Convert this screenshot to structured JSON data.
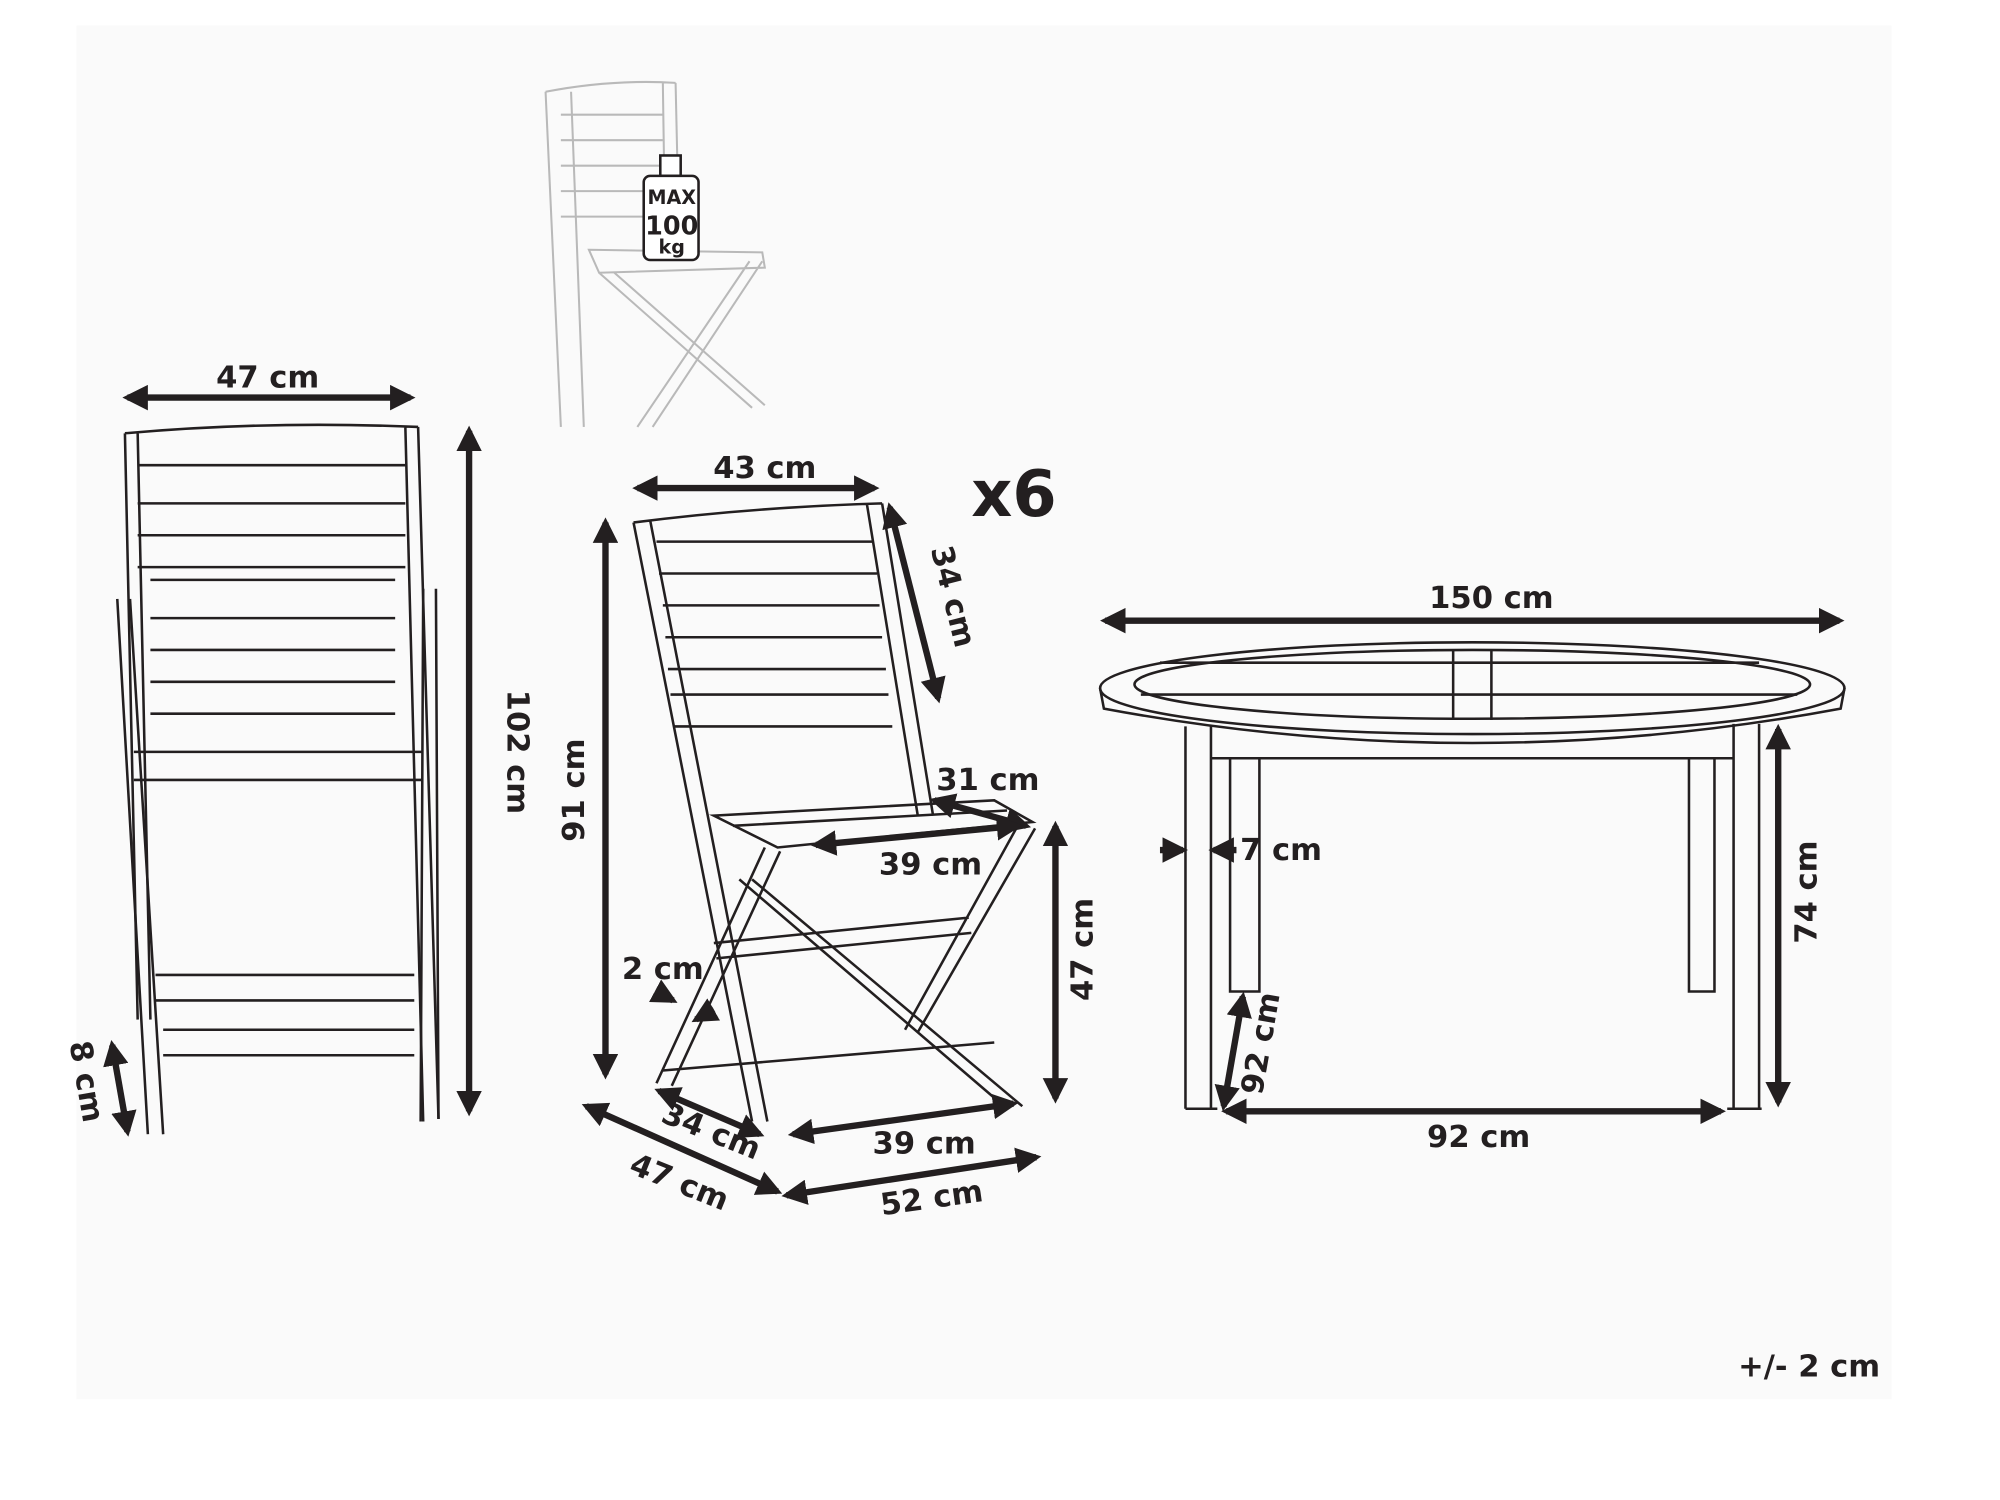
{
  "weight_badge": {
    "line1": "MAX",
    "line2": "100",
    "line3": "kg"
  },
  "quantity": "x6",
  "folded_chair": {
    "width": "47 cm",
    "height": "102 cm",
    "depth": "8 cm"
  },
  "chair": {
    "width": "43 cm",
    "backrest_height": "34 cm",
    "height": "91 cm",
    "seat_depth": "31 cm",
    "seat_width": "39 cm",
    "seat_height": "47 cm",
    "slat": "2 cm",
    "base_depth_inner": "34 cm",
    "base_width_inner": "39 cm",
    "base_depth_outer": "47 cm",
    "base_width_outer": "52 cm"
  },
  "table": {
    "diameter": "150 cm",
    "leg": "7 cm",
    "height": "74 cm",
    "leg_span_depth": "92 cm",
    "leg_span_width": "92 cm"
  },
  "tolerance": "+/- 2 cm",
  "colors": {
    "line": "#231f20",
    "faded": "#b9b9b9",
    "panel": "#fafafa"
  }
}
